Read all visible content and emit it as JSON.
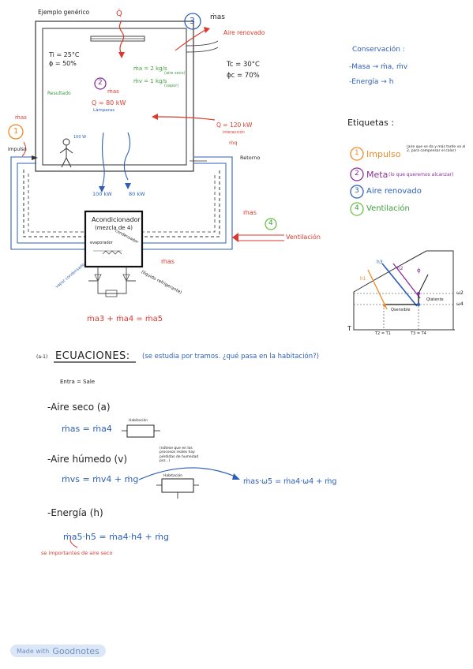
{
  "title": "Ejemplo genérico",
  "top_labels": {
    "q_top": "Q̇",
    "badge3": "3",
    "m_as_top": "ṁas",
    "aire_renovado": "Aire renovado"
  },
  "room": {
    "Ti": "Ti = 25°C",
    "phi_i": "ϕ = 50%",
    "m_a_line1": "ṁa = 2 kg/s",
    "m_a_note": "(aire seco)",
    "m_v_line": "ṁv = 1 kg/s",
    "m_v_note": "(vapor)",
    "retardo": "Resultado",
    "badge2": "2",
    "m_as_mid": "ṁas",
    "Q_lat": "Q = 80 kW",
    "lamparas": "Lámparas",
    "person_note": "100 W",
    "out_Tc": "Tc = 30°C",
    "out_phi": "ϕc = 70%",
    "q_in_arrow": "Q̇ = 120 kW",
    "q_in_note": "interacción",
    "mq_small": "ṁq",
    "retorno": "Retorno",
    "flow1": "100 kW",
    "flow2": "80 kW",
    "impulso_label": "Impulso",
    "badge1": "1",
    "m_as_left": "ṁas"
  },
  "ac_unit": {
    "title": "Acondicionador",
    "subtitle": "(mezcla de 4)",
    "evaporador": "evaporador",
    "condensador": "condensador",
    "m_as_right": "ṁas",
    "badge4": "4",
    "ventilacion_label": "Ventilación",
    "left_note": "vapor condensado",
    "right_note": "(líquido refrigerante)",
    "bottom_mix": "ṁa3 + ṁa4 = ṁa5"
  },
  "conservation": {
    "title": "Conservación :",
    "line1": "-Masa → ṁa, ṁv",
    "line2": "-Energía → h"
  },
  "legend": {
    "title": "Etiquetas :",
    "items": [
      {
        "num": "1",
        "label": "Impulso",
        "note": "(aire que se da y más tarde va al 2, para compensar el calor)",
        "color": "#f08a24"
      },
      {
        "num": "2",
        "label": "Meta",
        "note": "(lo que queremos alcanzar)",
        "color": "#8a2f9c"
      },
      {
        "num": "3",
        "label": "Aire renovado",
        "note": "",
        "color": "#2d5fb8"
      },
      {
        "num": "4",
        "label": "Ventilación",
        "note": "",
        "color": "#6cc04a"
      }
    ]
  },
  "psychro": {
    "h1": "h1",
    "h2": "h2",
    "h3": "h3",
    "w4": "ω4",
    "w2": "ω2",
    "phi": "ϕ",
    "qsensible": "Qsensible",
    "qlatente": "Qlatente",
    "T": "T",
    "Ta": "T2 = T1",
    "Tb": "T3 = T4"
  },
  "equations": {
    "prefix": "(a-1)",
    "title": "ECUACIONES:",
    "subtitle": "(se estudia por tramos. ¿qué pasa en la habitación?)",
    "entra_sale": "Entra = Sale",
    "aire_seco": "-Aire seco (a)",
    "aire_seco_eq": "ṁas = ṁa4",
    "box1_label": "Habitación",
    "aire_humedo": "-Aire húmedo (v)",
    "aire_humedo_eq": "ṁvs = ṁv4 + ṁg",
    "note_humedo": "(nótese que en los procesos reales hay pérdidas de humedad por...)",
    "box2_label": "Habitación",
    "aire_humedo_eq2": "ṁas·ω5 = ṁa4·ω4 + ṁg",
    "energia": "-Energía (h)",
    "energia_eq": "ṁa5·h5 = ṁa4·h4 + ṁg",
    "energia_note": "se importantes de aire seco"
  },
  "footer": {
    "made_with": "Made with",
    "brand": "Goodnotes"
  }
}
